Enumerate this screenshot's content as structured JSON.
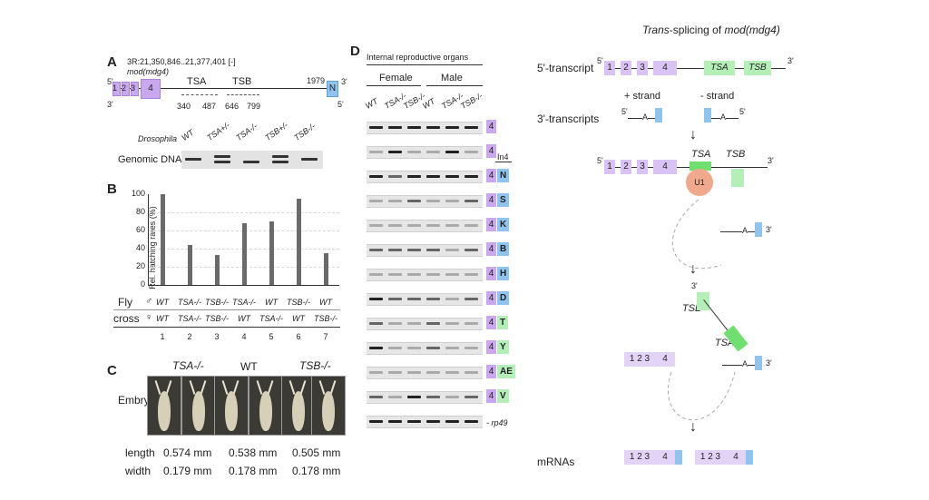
{
  "panelA": {
    "label": "A",
    "coords": "3R:21,350,846..21,377,401 [-]",
    "gene": "mod(mdg4)",
    "exon_labels": [
      "1",
      "2",
      "3",
      "4"
    ],
    "tsa": "TSA",
    "tsb": "TSB",
    "end_num": "1979",
    "exonN": "N",
    "five": "5'",
    "three": "3'",
    "positions": [
      "340",
      "487",
      "646",
      "799"
    ],
    "drosophila": "Drosophila",
    "genotypes": [
      "WT",
      "TSA+/-",
      "TSA-/-",
      "TSB+/-",
      "TSB-/-"
    ],
    "genomic": "Genomic DNA"
  },
  "panelB": {
    "label": "B",
    "ylabel": "Rel. hatching rates (%)",
    "yticks": [
      "100",
      "80",
      "60",
      "40",
      "20",
      "0"
    ],
    "fly": "Fly",
    "cross": "cross",
    "male_sym": "♂",
    "female_sym": "♀",
    "male_row": [
      "WT",
      "TSA-/-",
      "TSB-/-",
      "TSA-/-",
      "WT",
      "TSB-/-",
      "WT"
    ],
    "female_row": [
      "WT",
      "TSA-/-",
      "TSB-/-",
      "WT",
      "TSA-/-",
      "WT",
      "TSB-/-"
    ],
    "lanes": [
      "1",
      "2",
      "3",
      "4",
      "5",
      "6",
      "7"
    ]
  },
  "chart_data": {
    "type": "bar",
    "categories": [
      "1",
      "2",
      "3",
      "4",
      "5",
      "6",
      "7"
    ],
    "values": [
      100,
      44,
      33,
      68,
      70,
      95,
      35
    ],
    "ylabel": "Rel. hatching rates (%)",
    "ylim": [
      0,
      100
    ],
    "grid": true
  },
  "panelC": {
    "label": "C",
    "cols": [
      "TSA-/-",
      "WT",
      "TSB-/-"
    ],
    "embryo": "Embryo",
    "length": "length",
    "width": "width",
    "lengths": [
      "0.574 mm",
      "0.538 mm",
      "0.505 mm"
    ],
    "widths": [
      "0.179 mm",
      "0.178 mm",
      "0.178 mm"
    ]
  },
  "panelD": {
    "label": "D",
    "title": "Internal reproductive organs",
    "female": "Female",
    "male": "Male",
    "lane_labels": [
      "WT",
      "TSA-/-",
      "TSB-/-",
      "WT",
      "TSA-/-",
      "TSB-/-"
    ],
    "in4": "In4",
    "rows": [
      {
        "ex": "4",
        "suffix": "",
        "color": "#c9a8ef"
      },
      {
        "ex": "4",
        "suffix": "",
        "color": "#c9a8ef"
      },
      {
        "ex": "4",
        "suffix": "N",
        "color": "#8fc4ef"
      },
      {
        "ex": "4",
        "suffix": "S",
        "color": "#8fc4ef"
      },
      {
        "ex": "4",
        "suffix": "K",
        "color": "#8fc4ef"
      },
      {
        "ex": "4",
        "suffix": "B",
        "color": "#8fc4ef"
      },
      {
        "ex": "4",
        "suffix": "H",
        "color": "#8fc4ef"
      },
      {
        "ex": "4",
        "suffix": "D",
        "color": "#8fc4ef"
      },
      {
        "ex": "4",
        "suffix": "T",
        "color": "#b4efb7"
      },
      {
        "ex": "4",
        "suffix": "Y",
        "color": "#b4efb7"
      },
      {
        "ex": "4",
        "suffix": "AE",
        "color": "#b4efb7"
      },
      {
        "ex": "4",
        "suffix": "V",
        "color": "#b4efb7"
      }
    ],
    "rp49": "rp49"
  },
  "diagram": {
    "title_italic": "Trans",
    "title_rest": "-splicing of ",
    "title_gene": "mod(mdg4)",
    "five_transcript": "5'-transcript",
    "three_transcripts": "3'-transcripts",
    "plus_strand": "+ strand",
    "minus_strand": "- strand",
    "a": "A",
    "u1": "U1",
    "tsa": "TSA",
    "tsb": "TSB",
    "exons": [
      "1",
      "2",
      "3",
      "4"
    ],
    "mrna_exons": "1 2 3",
    "four": "4",
    "mrnas": "mRNAs",
    "five": "5'",
    "three": "3'"
  }
}
